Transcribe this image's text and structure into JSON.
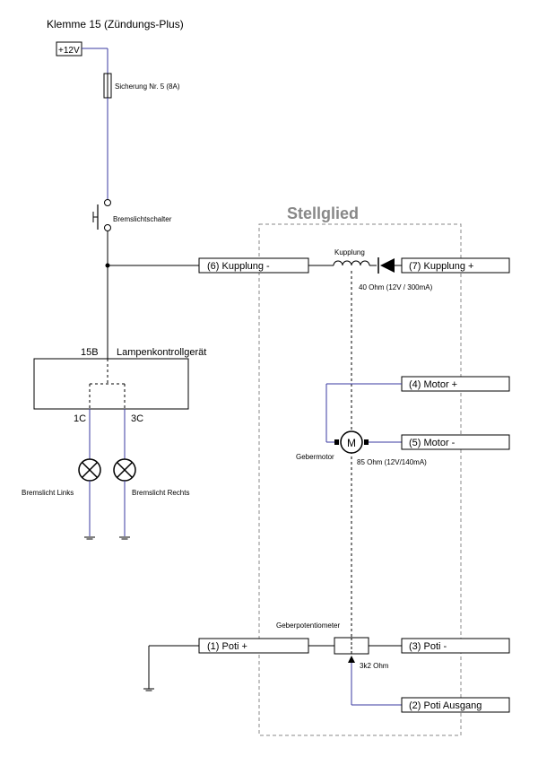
{
  "supply": {
    "title": "Klemme 15 (Zündungs-Plus)",
    "voltage": "+12V"
  },
  "fuse": {
    "label": "Sicherung Nr. 5 (8A)"
  },
  "brake_switch": {
    "label": "Bremslichtschalter"
  },
  "lamp_controller": {
    "name": "Lampenkontrollgerät",
    "terminal_in": "15B",
    "terminal_left": "1C",
    "terminal_right": "3C"
  },
  "lamps": {
    "left": "Bremslicht Links",
    "right": "Bremslicht Rechts"
  },
  "actuator": {
    "title": "Stellglied",
    "clutch_label": "Kupplung",
    "clutch_spec": "40 Ohm (12V / 300mA)",
    "motor_symbol": "M",
    "motor_label": "Gebermotor",
    "motor_spec": "85 Ohm (12V/140mA)",
    "pot_label": "Geberpotentiometer",
    "pot_spec": "3k2 Ohm"
  },
  "connectors": {
    "c6": "(6) Kupplung -",
    "c7": "(7) Kupplung +",
    "c4": "(4) Motor +",
    "c5": "(5) Motor -",
    "c1": "(1) Poti +",
    "c3": "(3) Poti -",
    "c2": "(2) Poti Ausgang"
  },
  "colors": {
    "wire_blue": "#3a3aa0",
    "wire_black": "#000000",
    "dashed": "#888888"
  }
}
